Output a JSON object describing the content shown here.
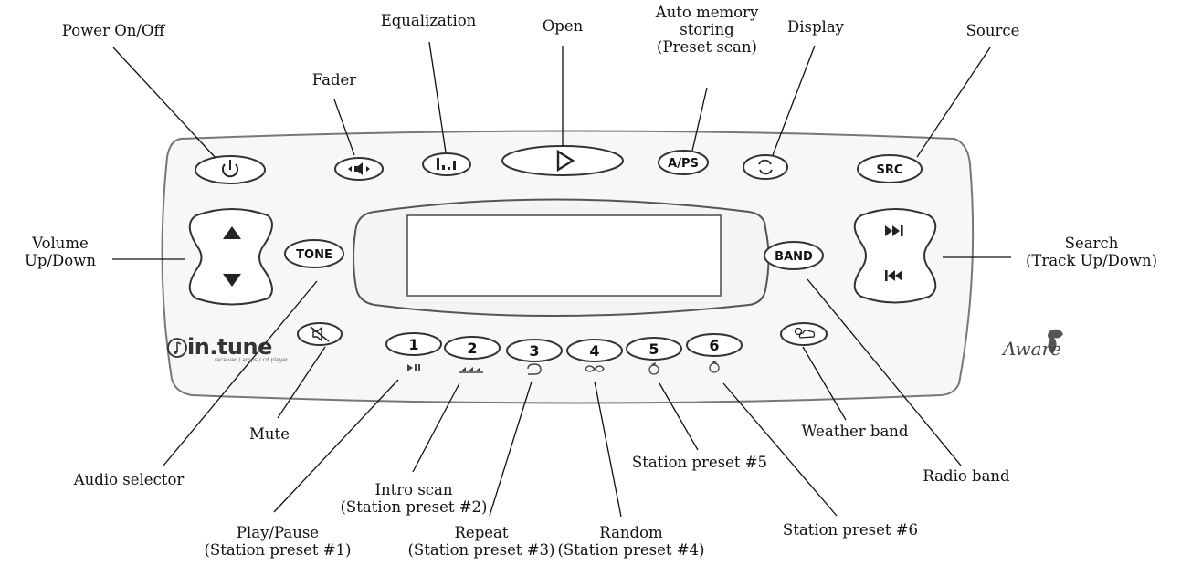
{
  "labels": {
    "power": "Power On/Off",
    "fader": "Fader",
    "equalization": "Equalization",
    "open": "Open",
    "aps_line1": "Auto memory",
    "aps_line2": "storing",
    "aps_line3": "(Preset scan)",
    "display": "Display",
    "source": "Source",
    "volume_line1": "Volume",
    "volume_line2": "Up/Down",
    "search_line1": "Search",
    "search_line2": "(Track Up/Down)",
    "mute": "Mute",
    "audio_selector": "Audio selector",
    "intro_line1": "Intro scan",
    "intro_line2": "(Station preset #2)",
    "play_line1": "Play/Pause",
    "play_line2": "(Station preset #1)",
    "repeat_line1": "Repeat",
    "repeat_line2": "(Station preset #3)",
    "random_line1": "Random",
    "random_line2": "(Station preset #4)",
    "preset5": "Station preset #5",
    "preset6": "Station preset #6",
    "weather": "Weather band",
    "radio": "Radio band"
  },
  "buttons": {
    "aps": "A/PS",
    "src": "SRC",
    "tone": "TONE",
    "band": "BAND",
    "p1": "1",
    "p2": "2",
    "p3": "3",
    "p4": "4",
    "p5": "5",
    "p6": "6"
  },
  "brand": {
    "logo": "in.tune",
    "logo_sub": "receiver / amps / cd player",
    "series": "Aware"
  },
  "icons": [
    "power-icon",
    "fader-icon",
    "equalizer-icon",
    "open-triangle-icon",
    "display-cycle-icon",
    "volume-up-icon",
    "volume-down-icon",
    "next-track-icon",
    "prev-track-icon",
    "mute-icon",
    "weather-icon",
    "play-pause-icon",
    "intro-scan-icon",
    "repeat-icon",
    "random-icon",
    "preset-5-icon",
    "preset-6-icon"
  ]
}
